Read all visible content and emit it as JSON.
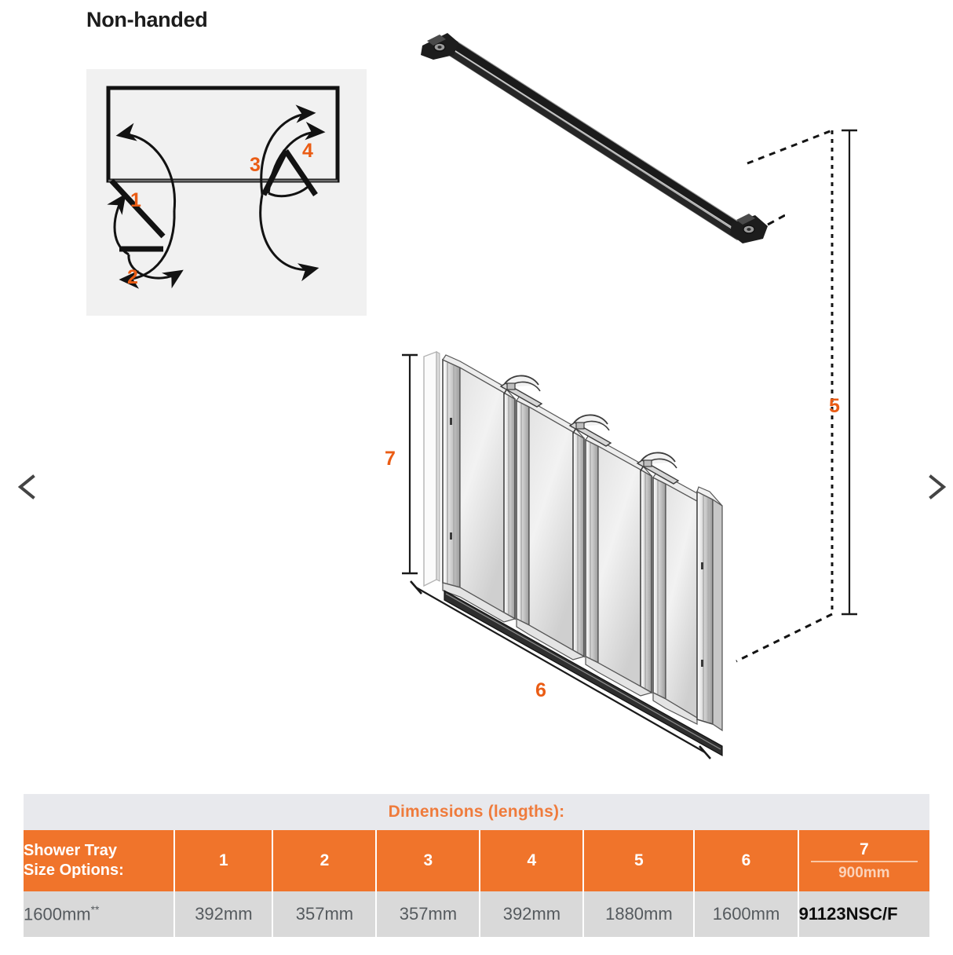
{
  "page": {
    "title": "Non-handed"
  },
  "carousel": {
    "prev_icon": "chevron-left-icon",
    "next_icon": "chevron-right-icon"
  },
  "plan_view": {
    "labels": [
      "1",
      "2",
      "3",
      "4"
    ],
    "accent_color": "#ea5c14"
  },
  "diagram": {
    "dim_7": "7",
    "dim_6": "6",
    "dim_5": "5"
  },
  "table": {
    "banner": "Dimensions (lengths):",
    "headers": {
      "tray_line1": "Shower Tray",
      "tray_line2": "Size Options:",
      "c1": "1",
      "c2": "2",
      "c3": "3",
      "c4": "4",
      "c5": "5",
      "c6": "6",
      "c7_top": "7",
      "c7_bottom": "900mm"
    },
    "rows": [
      {
        "tray": "1600mm",
        "tray_note": "**",
        "v1": "392mm",
        "v2": "357mm",
        "v3": "357mm",
        "v4": "392mm",
        "v5": "1880mm",
        "v6": "1600mm",
        "code": "91123NSC/F"
      }
    ]
  },
  "colors": {
    "accent_orange": "#f0742b",
    "banner_bg": "#e8e9ed",
    "value_bg": "#d9d9d9",
    "plan_bg": "#f1f1f1"
  }
}
